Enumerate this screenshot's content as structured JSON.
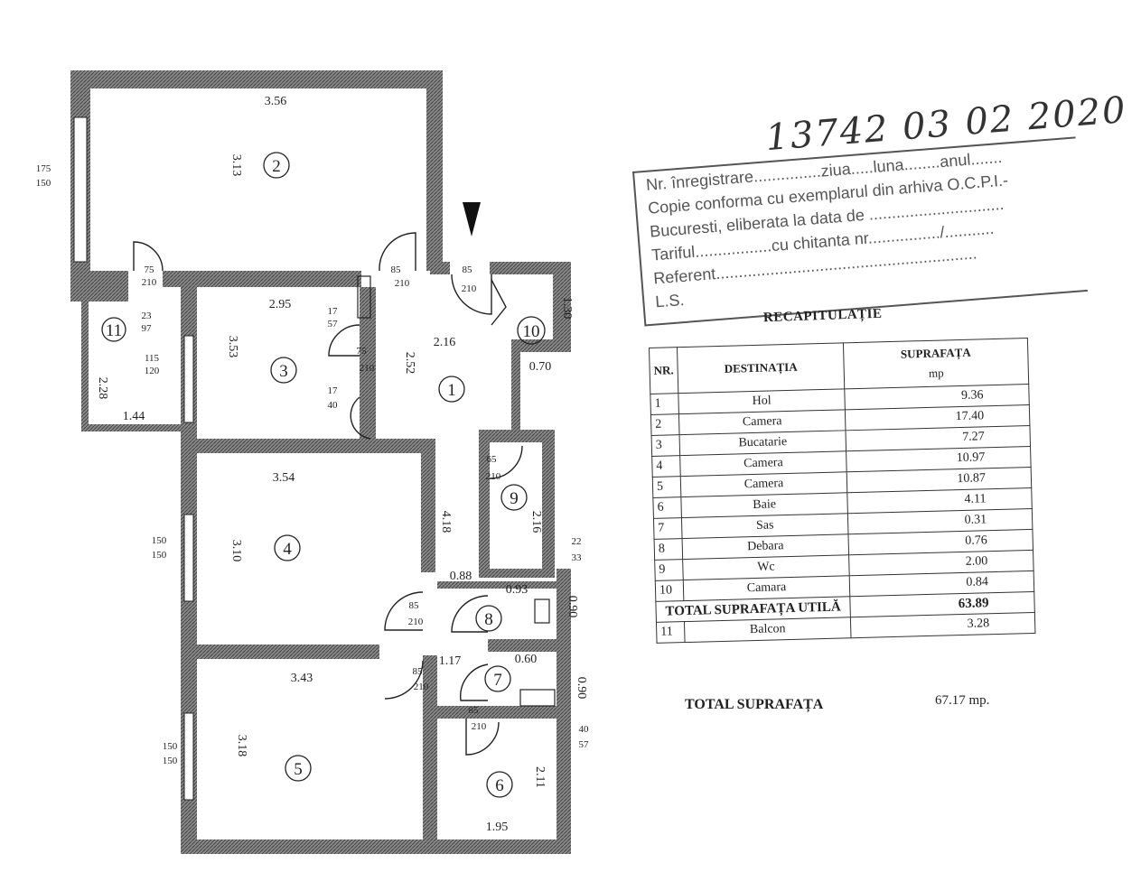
{
  "rooms": [
    {
      "num": "1"
    },
    {
      "num": "2"
    },
    {
      "num": "3"
    },
    {
      "num": "4"
    },
    {
      "num": "5"
    },
    {
      "num": "6"
    },
    {
      "num": "7"
    },
    {
      "num": "8"
    },
    {
      "num": "9"
    },
    {
      "num": "10"
    },
    {
      "num": "11"
    }
  ],
  "dimensions": {
    "d_3_56": "3.56",
    "d_3_13": "3.13",
    "d_2_95": "2.95",
    "d_3_53": "3.53",
    "d_2_16": "2.16",
    "d_2_52": "2.52",
    "d_3_54": "3.54",
    "d_3_10": "3.10",
    "d_4_18": "4.18",
    "d_0_88": "0.88",
    "d_0_93": "0.93",
    "d_0_90a": "0.90",
    "d_1_17": "1.17",
    "d_0_60": "0.60",
    "d_3_43": "3.43",
    "d_3_18": "3.18",
    "d_2_11": "2.11",
    "d_1_95": "1.95",
    "d_1_30": "1.30",
    "d_0_70": "0.70",
    "d_2_16b": "2.16",
    "d_0_90b": "0.90",
    "d_2_28": "2.28",
    "d_1_44": "1.44"
  },
  "openings": {
    "o_75_210a": [
      "75",
      "210"
    ],
    "o_85_210a": [
      "85",
      "210"
    ],
    "o_85_210b": [
      "85",
      "210"
    ],
    "o_17_57": [
      "17",
      "57"
    ],
    "o_75_210b": [
      "75",
      "210"
    ],
    "o_17_40": [
      "17",
      "40"
    ],
    "o_23_97": [
      "23",
      "97"
    ],
    "o_115_120": [
      "115",
      "120"
    ],
    "o_175_150": [
      "175",
      "150"
    ],
    "o_150_150a": [
      "150",
      "150"
    ],
    "o_150_150b": [
      "150",
      "150"
    ],
    "o_65_210": [
      "65",
      "210"
    ],
    "o_22_33": [
      "22",
      "33"
    ],
    "o_85_210c": [
      "85",
      "210"
    ],
    "o_85_210d": [
      "85",
      "210"
    ],
    "o_85_210e": [
      "85",
      "210"
    ],
    "o_40_57": [
      "40",
      "57"
    ]
  },
  "stamp": {
    "handwritten": "13742  03  02  2020",
    "line1": "Nr. înregistrare...............ziua.....luna........anul.......",
    "line2": "Copie conforma cu exemplarul din arhiva O.C.P.I.-",
    "line3": "Bucuresti, eliberata la data de ..............................",
    "line4": "Tariful.................cu chitanta nr................/...........",
    "line5": "Referent..........................................................",
    "line6": "L.S."
  },
  "recap": {
    "title": "RECAPITULAȚIE",
    "headers": {
      "nr": "NR.",
      "dest": "DESTINAȚIA",
      "sup": "SUPRAFAȚA",
      "unit": "mp"
    },
    "rows": [
      {
        "nr": "1",
        "dest": "Hol",
        "sup": "9.36"
      },
      {
        "nr": "2",
        "dest": "Camera",
        "sup": "17.40"
      },
      {
        "nr": "3",
        "dest": "Bucatarie",
        "sup": "7.27"
      },
      {
        "nr": "4",
        "dest": "Camera",
        "sup": "10.97"
      },
      {
        "nr": "5",
        "dest": "Camera",
        "sup": "10.87"
      },
      {
        "nr": "6",
        "dest": "Baie",
        "sup": "4.11"
      },
      {
        "nr": "7",
        "dest": "Sas",
        "sup": "0.31"
      },
      {
        "nr": "8",
        "dest": "Debara",
        "sup": "0.76"
      },
      {
        "nr": "9",
        "dest": "Wc",
        "sup": "2.00"
      },
      {
        "nr": "10",
        "dest": "Camara",
        "sup": "0.84"
      }
    ],
    "total_utila_label": "TOTAL SUPRAFAȚA UTILĂ",
    "total_utila_value": "63.89",
    "balcon": {
      "nr": "11",
      "dest": "Balcon",
      "sup": "3.28"
    },
    "total_label": "TOTAL SUPRAFAȚA",
    "total_value": "67.17 mp."
  }
}
